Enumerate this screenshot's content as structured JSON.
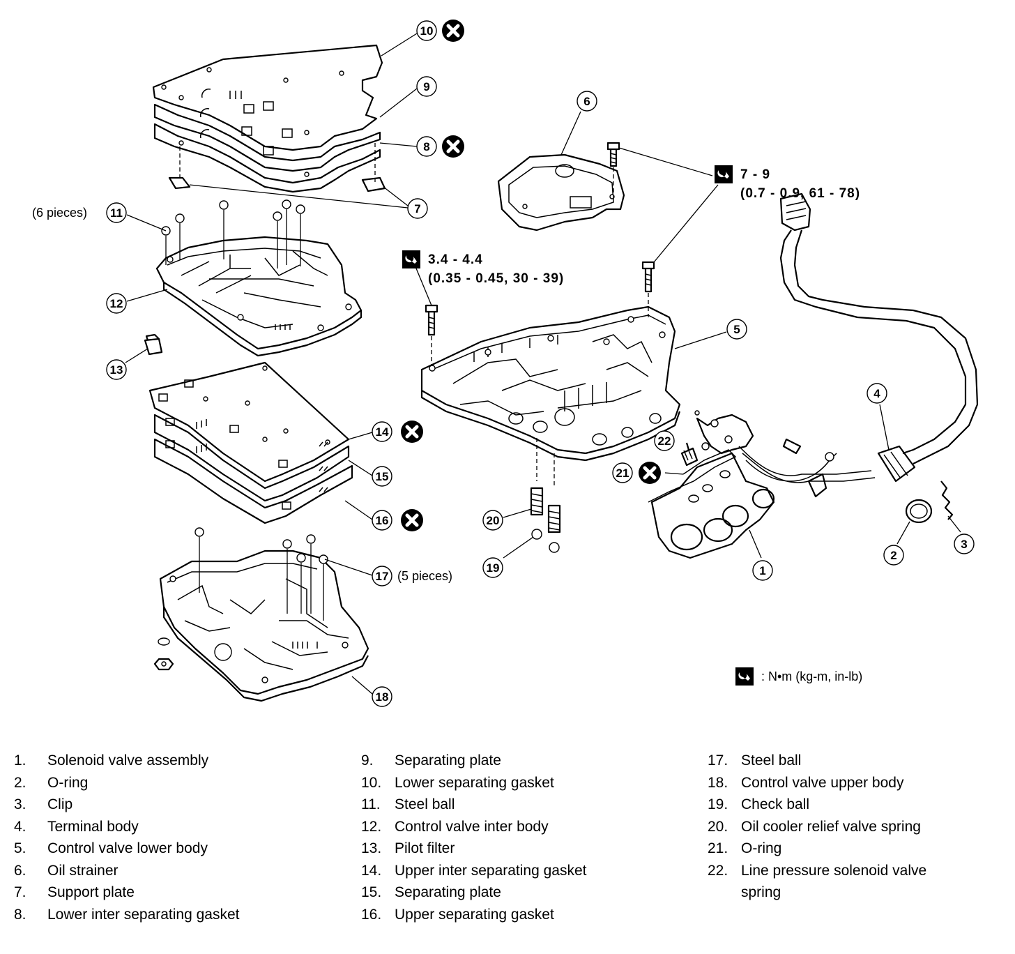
{
  "callouts": [
    "1",
    "2",
    "3",
    "4",
    "5",
    "6",
    "7",
    "8",
    "9",
    "10",
    "11",
    "12",
    "13",
    "14",
    "15",
    "16",
    "17",
    "18",
    "19",
    "20",
    "21",
    "22"
  ],
  "annotations": {
    "six_pieces": "(6 pieces)",
    "five_pieces": "(5 pieces)"
  },
  "torque_specs": [
    {
      "value": "7 - 9",
      "detail": "(0.7 - 0.9, 61 - 78)"
    },
    {
      "value": "3.4 - 4.4",
      "detail": "(0.35 - 0.45, 30 - 39)"
    }
  ],
  "torque_key": ": N•m (kg-m, in-lb)",
  "legend": {
    "col1": [
      {
        "num": "1.",
        "label": "Solenoid valve assembly"
      },
      {
        "num": "2.",
        "label": "O-ring"
      },
      {
        "num": "3.",
        "label": "Clip"
      },
      {
        "num": "4.",
        "label": "Terminal body"
      },
      {
        "num": "5.",
        "label": "Control valve lower body"
      },
      {
        "num": "6.",
        "label": "Oil strainer"
      },
      {
        "num": "7.",
        "label": "Support plate"
      },
      {
        "num": "8.",
        "label": "Lower inter separating gasket"
      }
    ],
    "col2": [
      {
        "num": "9.",
        "label": "Separating plate"
      },
      {
        "num": "10.",
        "label": "Lower separating gasket"
      },
      {
        "num": "11.",
        "label": "Steel ball"
      },
      {
        "num": "12.",
        "label": "Control valve inter body"
      },
      {
        "num": "13.",
        "label": "Pilot filter"
      },
      {
        "num": "14.",
        "label": "Upper inter separating gasket"
      },
      {
        "num": "15.",
        "label": "Separating plate"
      },
      {
        "num": "16.",
        "label": "Upper separating gasket"
      }
    ],
    "col3": [
      {
        "num": "17.",
        "label": "Steel ball"
      },
      {
        "num": "18.",
        "label": "Control valve upper body"
      },
      {
        "num": "19.",
        "label": "Check ball"
      },
      {
        "num": "20.",
        "label": "Oil cooler relief valve spring"
      },
      {
        "num": "21.",
        "label": "O-ring"
      },
      {
        "num": "22.",
        "label": "Line pressure solenoid valve spring"
      }
    ]
  }
}
